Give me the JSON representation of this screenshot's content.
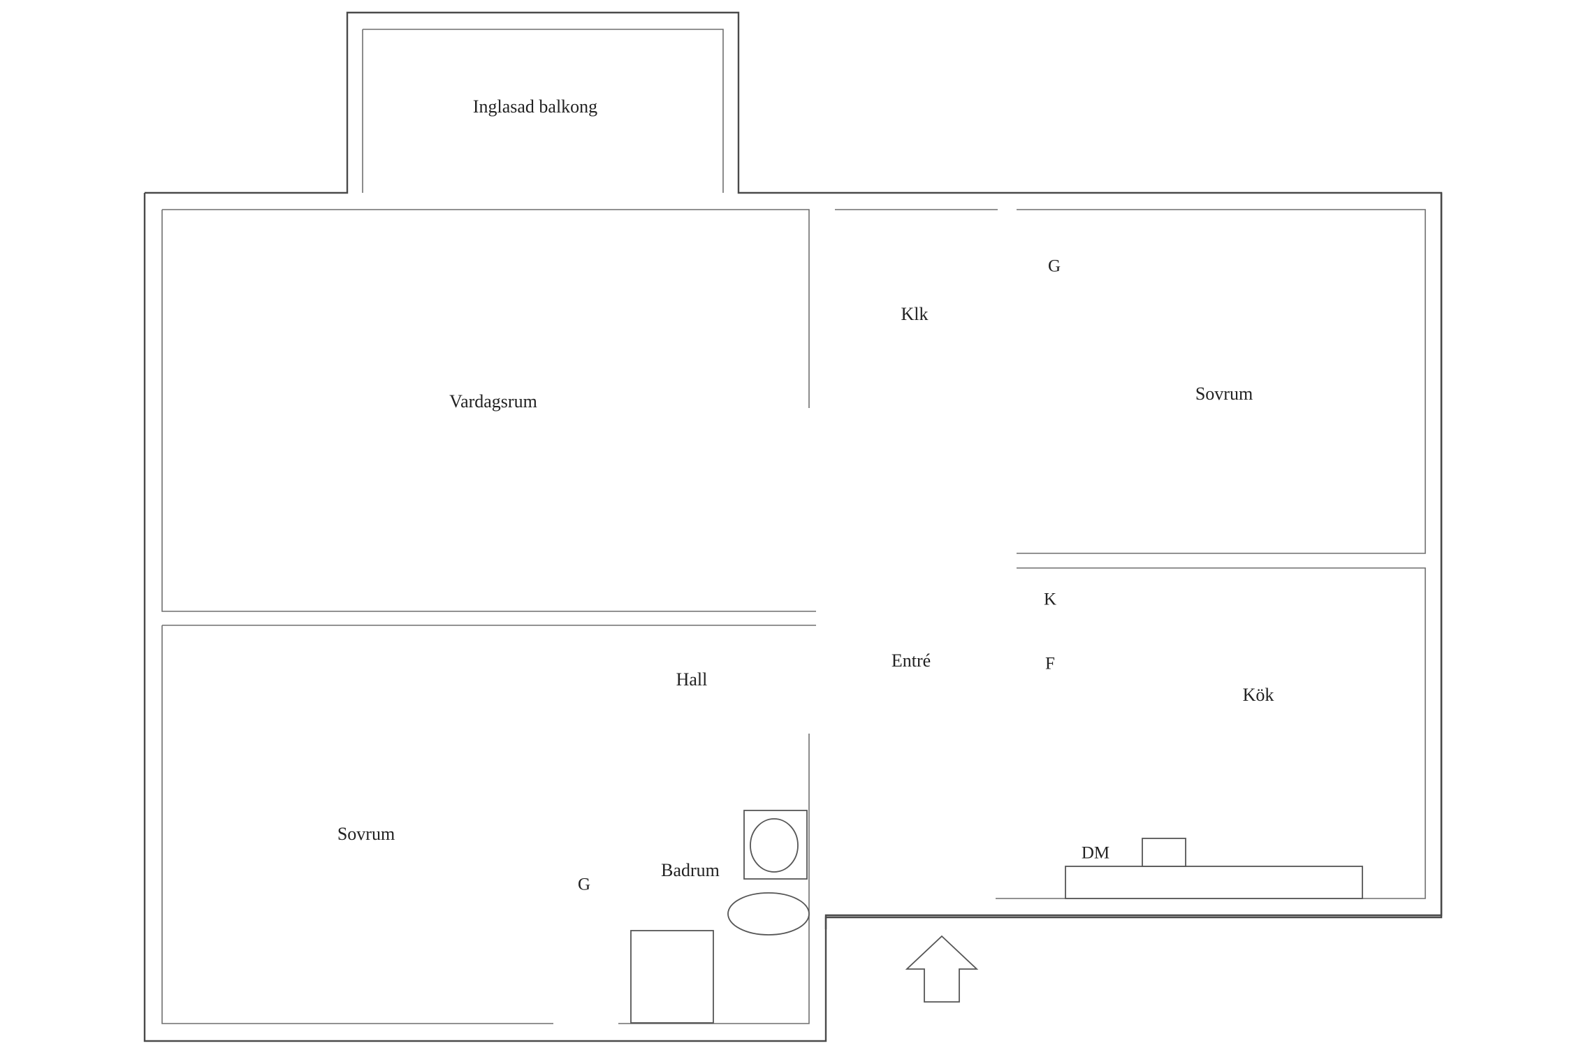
{
  "rooms": {
    "balcony": "Inglasad balkong",
    "living": "Vardagsrum",
    "closet": "Klk",
    "closet_g_top": "G",
    "bedroom_top": "Sovrum",
    "entry": "Entré",
    "hall": "Hall",
    "kitchen": "Kök",
    "fridge": "K",
    "freezer": "F",
    "dishwasher": "DM",
    "bedroom_bottom": "Sovrum",
    "closet_g_bottom": "G",
    "bathroom": "Badrum"
  }
}
